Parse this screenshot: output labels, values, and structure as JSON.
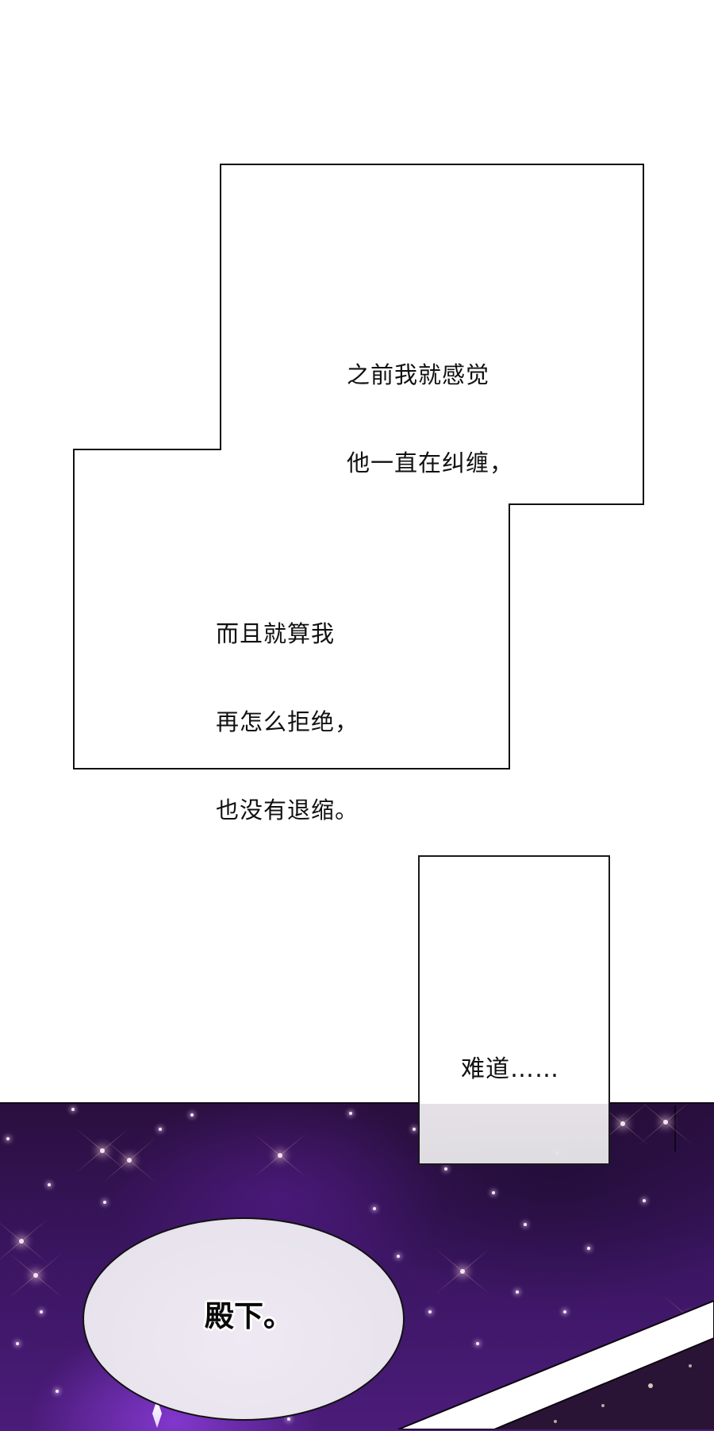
{
  "panels": {
    "panel_1": {
      "box_1_caption": {
        "lines": [
          "之前我就感觉",
          "他一直在纠缠，"
        ]
      },
      "box_2_caption": {
        "lines": [
          "而且就算我",
          "再怎么拒绝，",
          "也没有退缩。"
        ]
      }
    },
    "panel_2": {
      "caption": {
        "lines": [
          "难道……"
        ]
      }
    },
    "panel_3": {
      "speech_bubble": {
        "text": "殿下。"
      },
      "background": "starry-night-sky"
    }
  },
  "colors": {
    "page_background": "#ffffff",
    "border": "#111111",
    "space_dark": "#2a0f3e",
    "space_mid": "#3a1560",
    "space_bright": "#8c3cdc",
    "bubble_fill": "#ece6f0",
    "caption_text": "#111111"
  }
}
